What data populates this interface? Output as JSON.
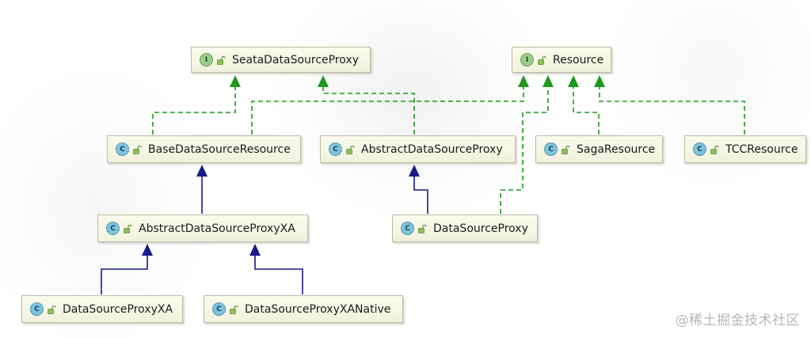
{
  "nodes": {
    "seata_ds_proxy": {
      "name": "SeataDataSourceProxy",
      "kind": "I"
    },
    "resource": {
      "name": "Resource",
      "kind": "I"
    },
    "base_ds_resource": {
      "name": "BaseDataSourceResource",
      "kind": "C"
    },
    "abstract_ds_proxy": {
      "name": "AbstractDataSourceProxy",
      "kind": "C"
    },
    "saga_resource": {
      "name": "SagaResource",
      "kind": "C"
    },
    "tcc_resource": {
      "name": "TCCResource",
      "kind": "C"
    },
    "abstract_ds_proxy_xa": {
      "name": "AbstractDataSourceProxyXA",
      "kind": "C"
    },
    "ds_proxy": {
      "name": "DataSourceProxy",
      "kind": "C"
    },
    "ds_proxy_xa": {
      "name": "DataSourceProxyXA",
      "kind": "C"
    },
    "ds_proxy_xa_native": {
      "name": "DataSourceProxyXANative",
      "kind": "C"
    }
  },
  "watermark": "@稀土掘金技术社区",
  "colors": {
    "realization": "#1e9a1e",
    "inheritance": "#1a1a8c",
    "node_border": "#b9bba6"
  }
}
